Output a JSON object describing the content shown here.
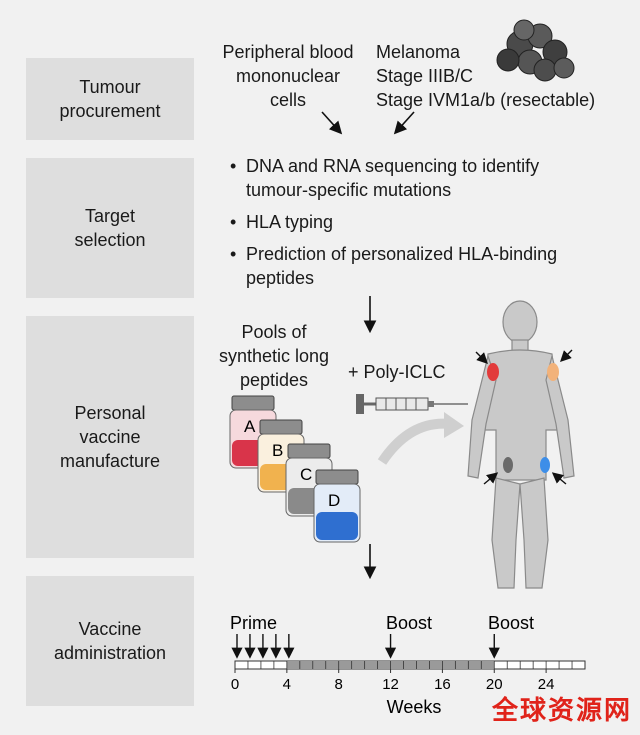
{
  "stages": [
    {
      "id": "tumour-procurement",
      "label": "Tumour\nprocurement"
    },
    {
      "id": "target-selection",
      "label": "Target\nselection"
    },
    {
      "id": "personal-vaccine-manufacture",
      "label": "Personal\nvaccine\nmanufacture"
    },
    {
      "id": "vaccine-administration",
      "label": "Vaccine\nadministration"
    }
  ],
  "procurement": {
    "blood": "Peripheral blood\nmononuclear\ncells",
    "melanoma": "Melanoma\nStage IIIB/C\nStage IVM1a/b (resectable)"
  },
  "selection_bullets": [
    "DNA and RNA sequencing to identify tumour-specific mutations",
    "HLA typing",
    "Prediction of personalized HLA-binding peptides"
  ],
  "manufacture": {
    "pools": "Pools of\nsynthetic long\npeptides",
    "adjuvant": "+ Poly-ICLC",
    "vials": [
      {
        "label": "A",
        "color": "#d9344a"
      },
      {
        "label": "B",
        "color": "#f1b24e"
      },
      {
        "label": "C",
        "color": "#8a8a8a"
      },
      {
        "label": "D",
        "color": "#2f6fd0"
      }
    ],
    "injection_site_colors": [
      "#e23b3b",
      "#f2b27a",
      "#6a6a6a",
      "#3d8ee8"
    ]
  },
  "timeline": {
    "prime_label": "Prime",
    "boost_labels": [
      "Boost",
      "Boost"
    ],
    "axis_label": "Weeks",
    "ticks": [
      0,
      4,
      8,
      12,
      16,
      20,
      24
    ],
    "prime_weeks": [
      0,
      1,
      2,
      3,
      4
    ],
    "boost_weeks": [
      12,
      20
    ],
    "max_week": 27
  },
  "watermark": "全球资源网"
}
